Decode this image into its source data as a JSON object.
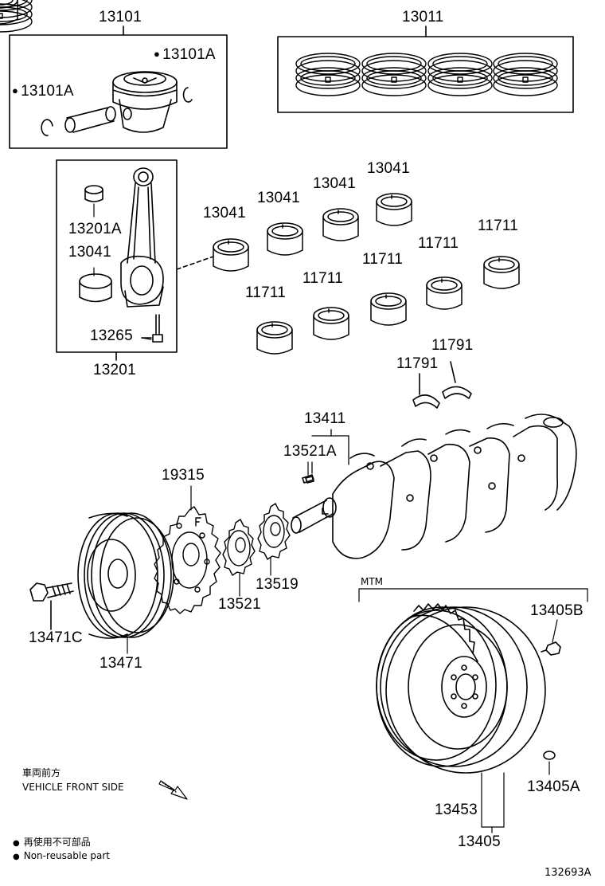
{
  "parts": {
    "p13101": "13101",
    "p13101A_right": "13101A",
    "p13101A_left": "13101A",
    "p13011": "13011",
    "p13201A": "13201A",
    "p13041_rod": "13041",
    "p13265": "13265",
    "p13201": "13201",
    "p13041_a": "13041",
    "p13041_b": "13041",
    "p13041_c": "13041",
    "p13041_d": "13041",
    "p11711_a": "11711",
    "p11711_b": "11711",
    "p11711_c": "11711",
    "p11711_d": "11711",
    "p11711_e": "11711",
    "p11791_a": "11791",
    "p11791_b": "11791",
    "p13411": "13411",
    "p13521A": "13521A",
    "p19315": "19315",
    "p13519": "13519",
    "p13521": "13521",
    "p13471C": "13471C",
    "p13471": "13471",
    "p13405B": "13405B",
    "p13405A": "13405A",
    "p13453": "13453",
    "p13405": "13405"
  },
  "mtm_label": "MTM",
  "direction": {
    "jp": "車両前方",
    "en": "VEHICLE FRONT SIDE"
  },
  "legend": {
    "jp": "再使用不可部品",
    "en": "Non-reusable part"
  },
  "drawing_number": "132693A"
}
